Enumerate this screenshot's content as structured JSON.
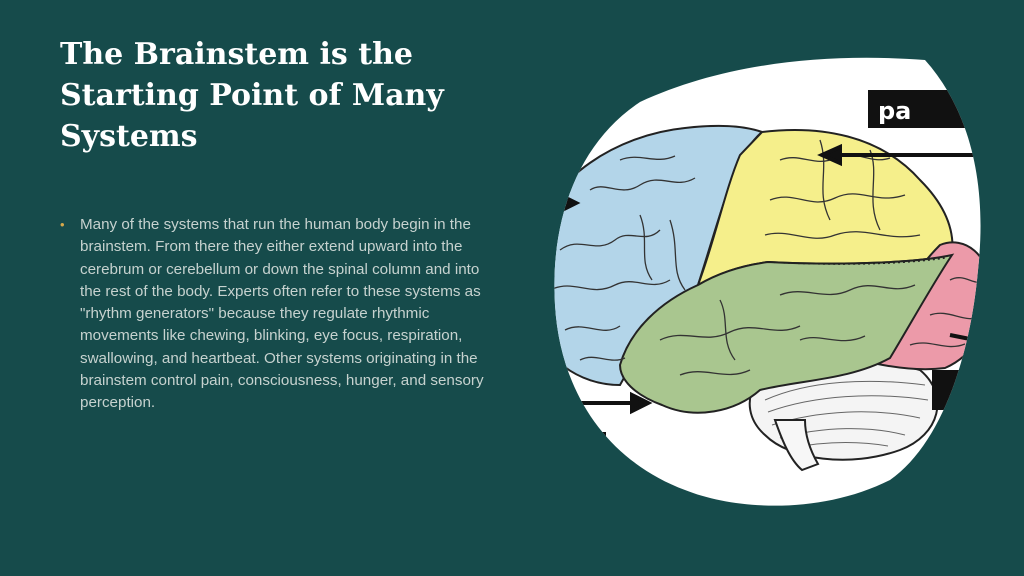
{
  "slide": {
    "title": "The Brainstem is the Starting Point of Many Systems",
    "bullets": [
      "Many of the systems that run the human body begin in the brainstem. From there they either extend upward into the cerebrum or cerebellum or down the spinal column and into the rest of the body. Experts often refer to these systems as \"rhythm generators\" because they regulate rhythmic movements like chewing, blinking, eye focus, respiration, swallowing, and heartbeat. Other systems originating in the brainstem control pain, consciousness, hunger, and sensory perception."
    ],
    "bullet_glyph": "•"
  },
  "figure": {
    "label_fragment": "pa",
    "colors": {
      "background": "#164b4b",
      "frontal_lobe": "#b3d5e9",
      "parietal_lobe": "#f5ef8b",
      "temporal_lobe": "#a9c68f",
      "occipital_lobe": "#ec9aa9",
      "cerebellum": "#f3f3f3",
      "accent_bullet": "#d6a84a"
    }
  }
}
